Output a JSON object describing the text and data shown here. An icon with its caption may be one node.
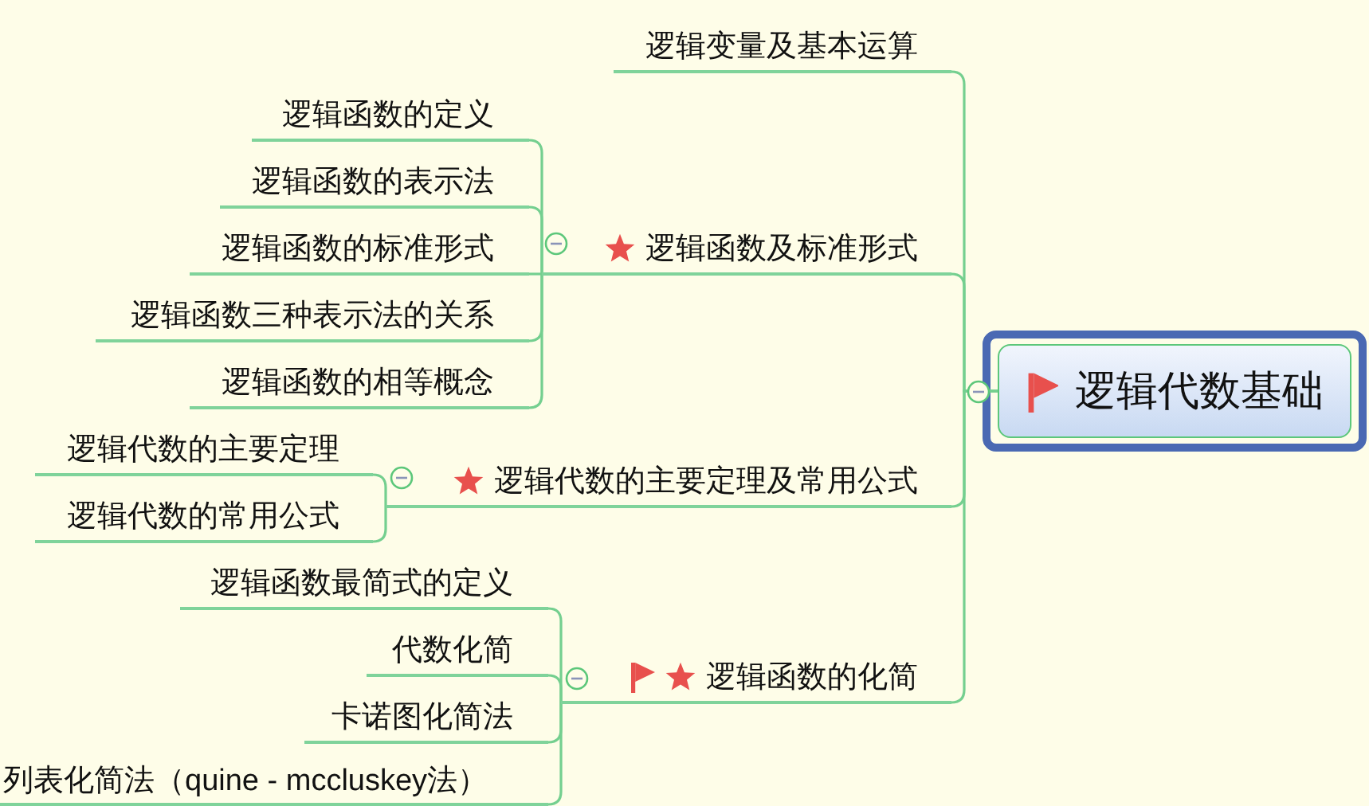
{
  "diagram": {
    "nodes": [
      {
        "text": [
          "逻辑代数基础"
        ]
      },
      {
        "text": [
          "逻辑变量及基本运算"
        ]
      },
      {
        "text": [
          "逻辑函数及标准形式"
        ]
      },
      {
        "text": [
          "逻辑函数的定义"
        ]
      },
      {
        "text": [
          "逻辑函数的表示法"
        ]
      },
      {
        "text": [
          "逻辑函数的标准形式"
        ]
      },
      {
        "text": [
          "逻辑函数三种表示法的关系"
        ]
      },
      {
        "text": [
          "逻辑函数的相等概念"
        ]
      },
      {
        "text": [
          "逻辑代数的主要定理及常用公式"
        ]
      },
      {
        "text": [
          "逻辑代数的主要定理"
        ]
      },
      {
        "text": [
          "逻辑代数的常用公式"
        ]
      },
      {
        "text": [
          "逻辑函数的化简"
        ]
      },
      {
        "text": [
          "逻辑函数最简式的定义"
        ]
      },
      {
        "text": [
          "代数化简"
        ]
      },
      {
        "text": [
          "卡诺图化简法"
        ]
      },
      {
        "text": [
          "列表化简法（quine - mccluskey法）"
        ]
      }
    ],
    "edges": [
      {
        "from": 0,
        "to": 1,
        "arrow": "none"
      },
      {
        "from": 0,
        "to": 2,
        "arrow": "none"
      },
      {
        "from": 0,
        "to": 8,
        "arrow": "none"
      },
      {
        "from": 0,
        "to": 11,
        "arrow": "none"
      },
      {
        "from": 2,
        "to": 3,
        "arrow": "none"
      },
      {
        "from": 2,
        "to": 4,
        "arrow": "none"
      },
      {
        "from": 2,
        "to": 5,
        "arrow": "none"
      },
      {
        "from": 2,
        "to": 6,
        "arrow": "none"
      },
      {
        "from": 2,
        "to": 7,
        "arrow": "none"
      },
      {
        "from": 8,
        "to": 9,
        "arrow": "none"
      },
      {
        "from": 8,
        "to": 10,
        "arrow": "none"
      },
      {
        "from": 11,
        "to": 12,
        "arrow": "none"
      },
      {
        "from": 11,
        "to": 13,
        "arrow": "none"
      },
      {
        "from": 11,
        "to": 14,
        "arrow": "none"
      },
      {
        "from": 11,
        "to": 15,
        "arrow": "none"
      }
    ]
  }
}
